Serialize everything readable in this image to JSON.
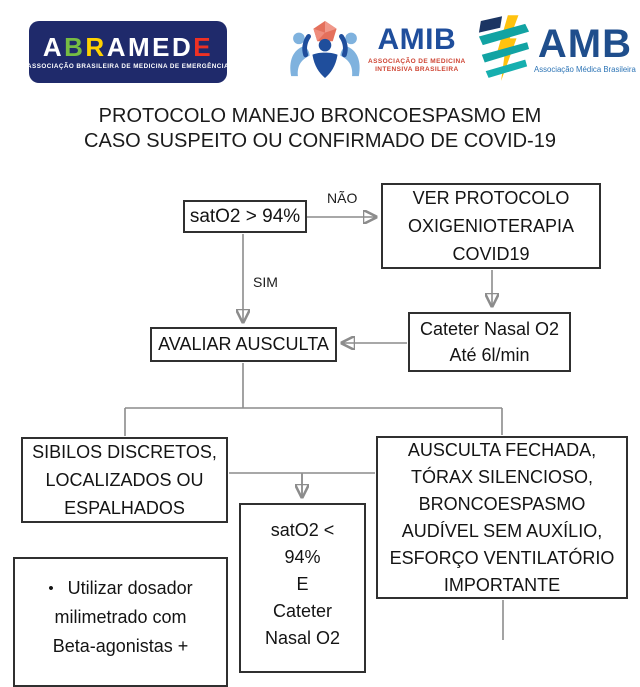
{
  "colors": {
    "background": "#FFFFFF",
    "box_border": "#303030",
    "text": "#1C1C1C",
    "connector_line": "#8C8C8C",
    "arrowhead": "#1A1A1A",
    "abramede_bg": "#1F2A6B",
    "amib_blue": "#1F4E9C",
    "amib_light_blue": "#7FB2DE",
    "amib_red": "#CE4433",
    "amib_gem_red": "#E4705C",
    "amb_blue": "#1F4E8C",
    "amb_teal": "#12A3A3",
    "amb_yellow": "#FFC20E"
  },
  "header": {
    "abramede": {
      "letters": [
        {
          "ch": "A",
          "color": "#FFFFFF"
        },
        {
          "ch": "B",
          "color": "#76BC43"
        },
        {
          "ch": "R",
          "color": "#FFD200"
        },
        {
          "ch": "A",
          "color": "#FFFFFF"
        },
        {
          "ch": "M",
          "color": "#FFFFFF"
        },
        {
          "ch": "E",
          "color": "#FFFFFF"
        },
        {
          "ch": "D",
          "color": "#FFFFFF"
        },
        {
          "ch": "E",
          "color": "#EE3124"
        }
      ],
      "subtitle": "ASSOCIAÇÃO BRASILEIRA DE MEDICINA DE EMERGÊNCIA"
    },
    "amib": {
      "name": "AMIB",
      "subtitle_line1": "ASSOCIAÇÃO DE MEDICINA",
      "subtitle_line2": "INTENSIVA BRASILEIRA"
    },
    "amb": {
      "name": "AMB",
      "subtitle": "Associação Médica Brasileira"
    }
  },
  "title": {
    "line1": "PROTOCOLO MANEJO BRONCOESPASMO EM",
    "line2": "CASO SUSPEITO OU CONFIRMADO DE COVID-19"
  },
  "flowchart": {
    "decision_no": "NÃO",
    "decision_yes": "SIM",
    "sato2_high": {
      "label": "satO2 > 94%"
    },
    "ver_protocolo": {
      "lines": [
        "VER PROTOCOLO",
        "OXIGENIOTERAPIA",
        "COVID19"
      ]
    },
    "avaliar_ausculta": {
      "label": "AVALIAR AUSCULTA"
    },
    "cateter_nasal": {
      "lines": [
        "Cateter Nasal O2",
        "Até 6l/min"
      ]
    },
    "sibilos": {
      "lines": [
        "SIBILOS DISCRETOS,",
        "LOCALIZADOS OU",
        "ESPALHADOS"
      ]
    },
    "ausculta_fechada": {
      "lines": [
        "AUSCULTA FECHADA,",
        "TÓRAX SILENCIOSO,",
        "BRONCOESPASMO",
        "AUDÍVEL SEM AUXÍLIO,",
        "ESFORÇO VENTILATÓRIO",
        "IMPORTANTE"
      ]
    },
    "sato2_low": {
      "lines": [
        "satO2 <",
        "94%",
        "E",
        "Cateter",
        "Nasal O2"
      ]
    },
    "dosador": {
      "bullet": "•",
      "lines": [
        "Utilizar dosador",
        "milimetrado com",
        "Beta-agonistas +"
      ]
    }
  }
}
